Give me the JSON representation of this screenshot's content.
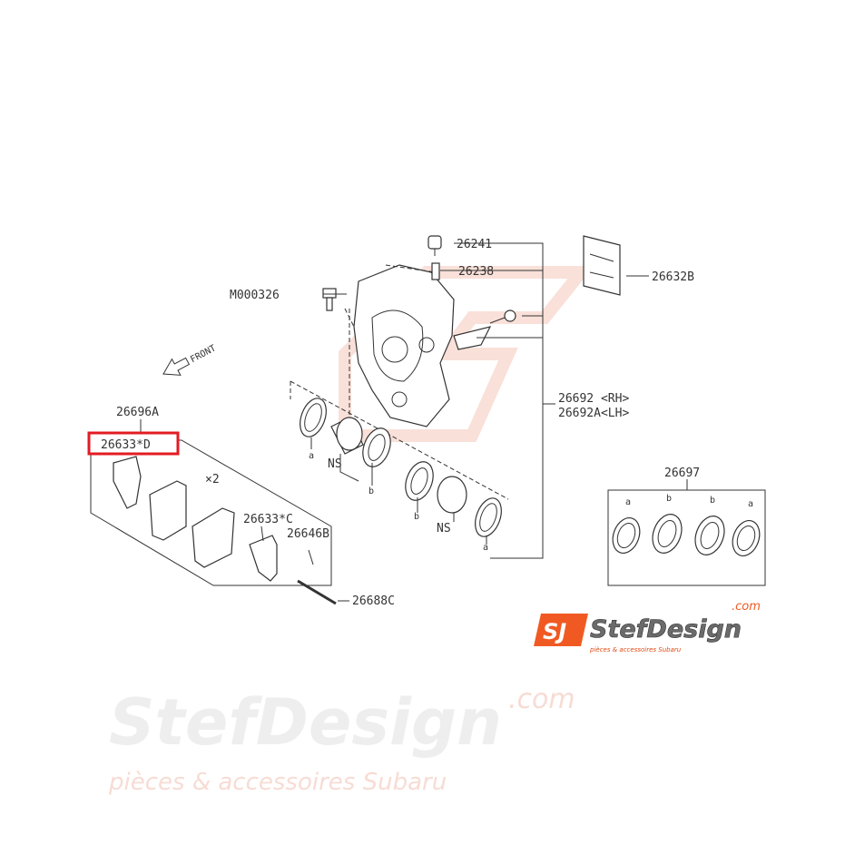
{
  "watermark": {
    "brand": "StefDesign",
    "domain": ".com",
    "tagline": "pièces & accessoires Subaru"
  },
  "logo": {
    "monogram": "SJ",
    "brand": "StefDesign",
    "domain": ".com",
    "tagline": "pièces & accessoires Subaru",
    "accent_color": "#f05a22"
  },
  "direction": {
    "label": "FRONT"
  },
  "highlight": {
    "part": "26633*D",
    "color": "#e31b23"
  },
  "callouts": {
    "p26241": "26241",
    "p26238": "26238",
    "p26632B": "26632B",
    "pM000326": "M000326",
    "p26692": "26692 <RH>",
    "p26692A": "26692A<LH>",
    "p26696A": "26696A",
    "p26633D": "26633*D",
    "qty": "×2",
    "p26633C": "26633*C",
    "p26646B": "26646B",
    "p26688C": "26688C",
    "p26697": "26697",
    "ns": "NS",
    "a": "a",
    "b": "b"
  }
}
